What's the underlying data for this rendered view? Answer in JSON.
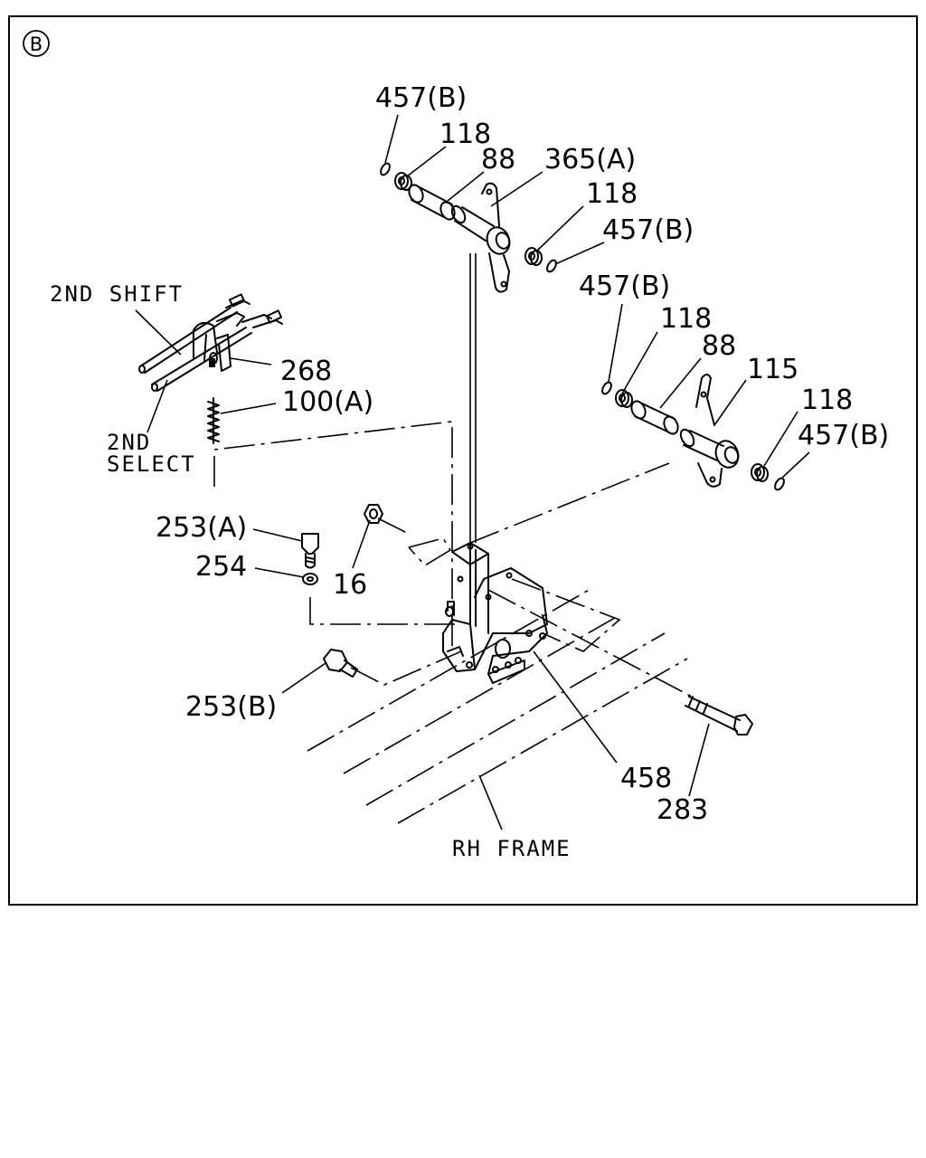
{
  "view_marker": "B",
  "labels": {
    "p457b_1": "457(B)",
    "p118_1": "118",
    "p88_1": "88",
    "p365a": "365(A)",
    "p118_2": "118",
    "p457b_2": "457(B)",
    "shift_2nd": "2ND SHIFT",
    "p268": "268",
    "p100a": "100(A)",
    "select_2nd_a": "2ND",
    "select_2nd_b": "SELECT",
    "p457b_3": "457(B)",
    "p118_3": "118",
    "p88_2": "88",
    "p115": "115",
    "p118_4": "118",
    "p457b_4": "457(B)",
    "p253a": "253(A)",
    "p254": "254",
    "p16": "16",
    "p253b": "253(B)",
    "p458": "458",
    "p283": "283",
    "rh_frame": "RH FRAME"
  }
}
